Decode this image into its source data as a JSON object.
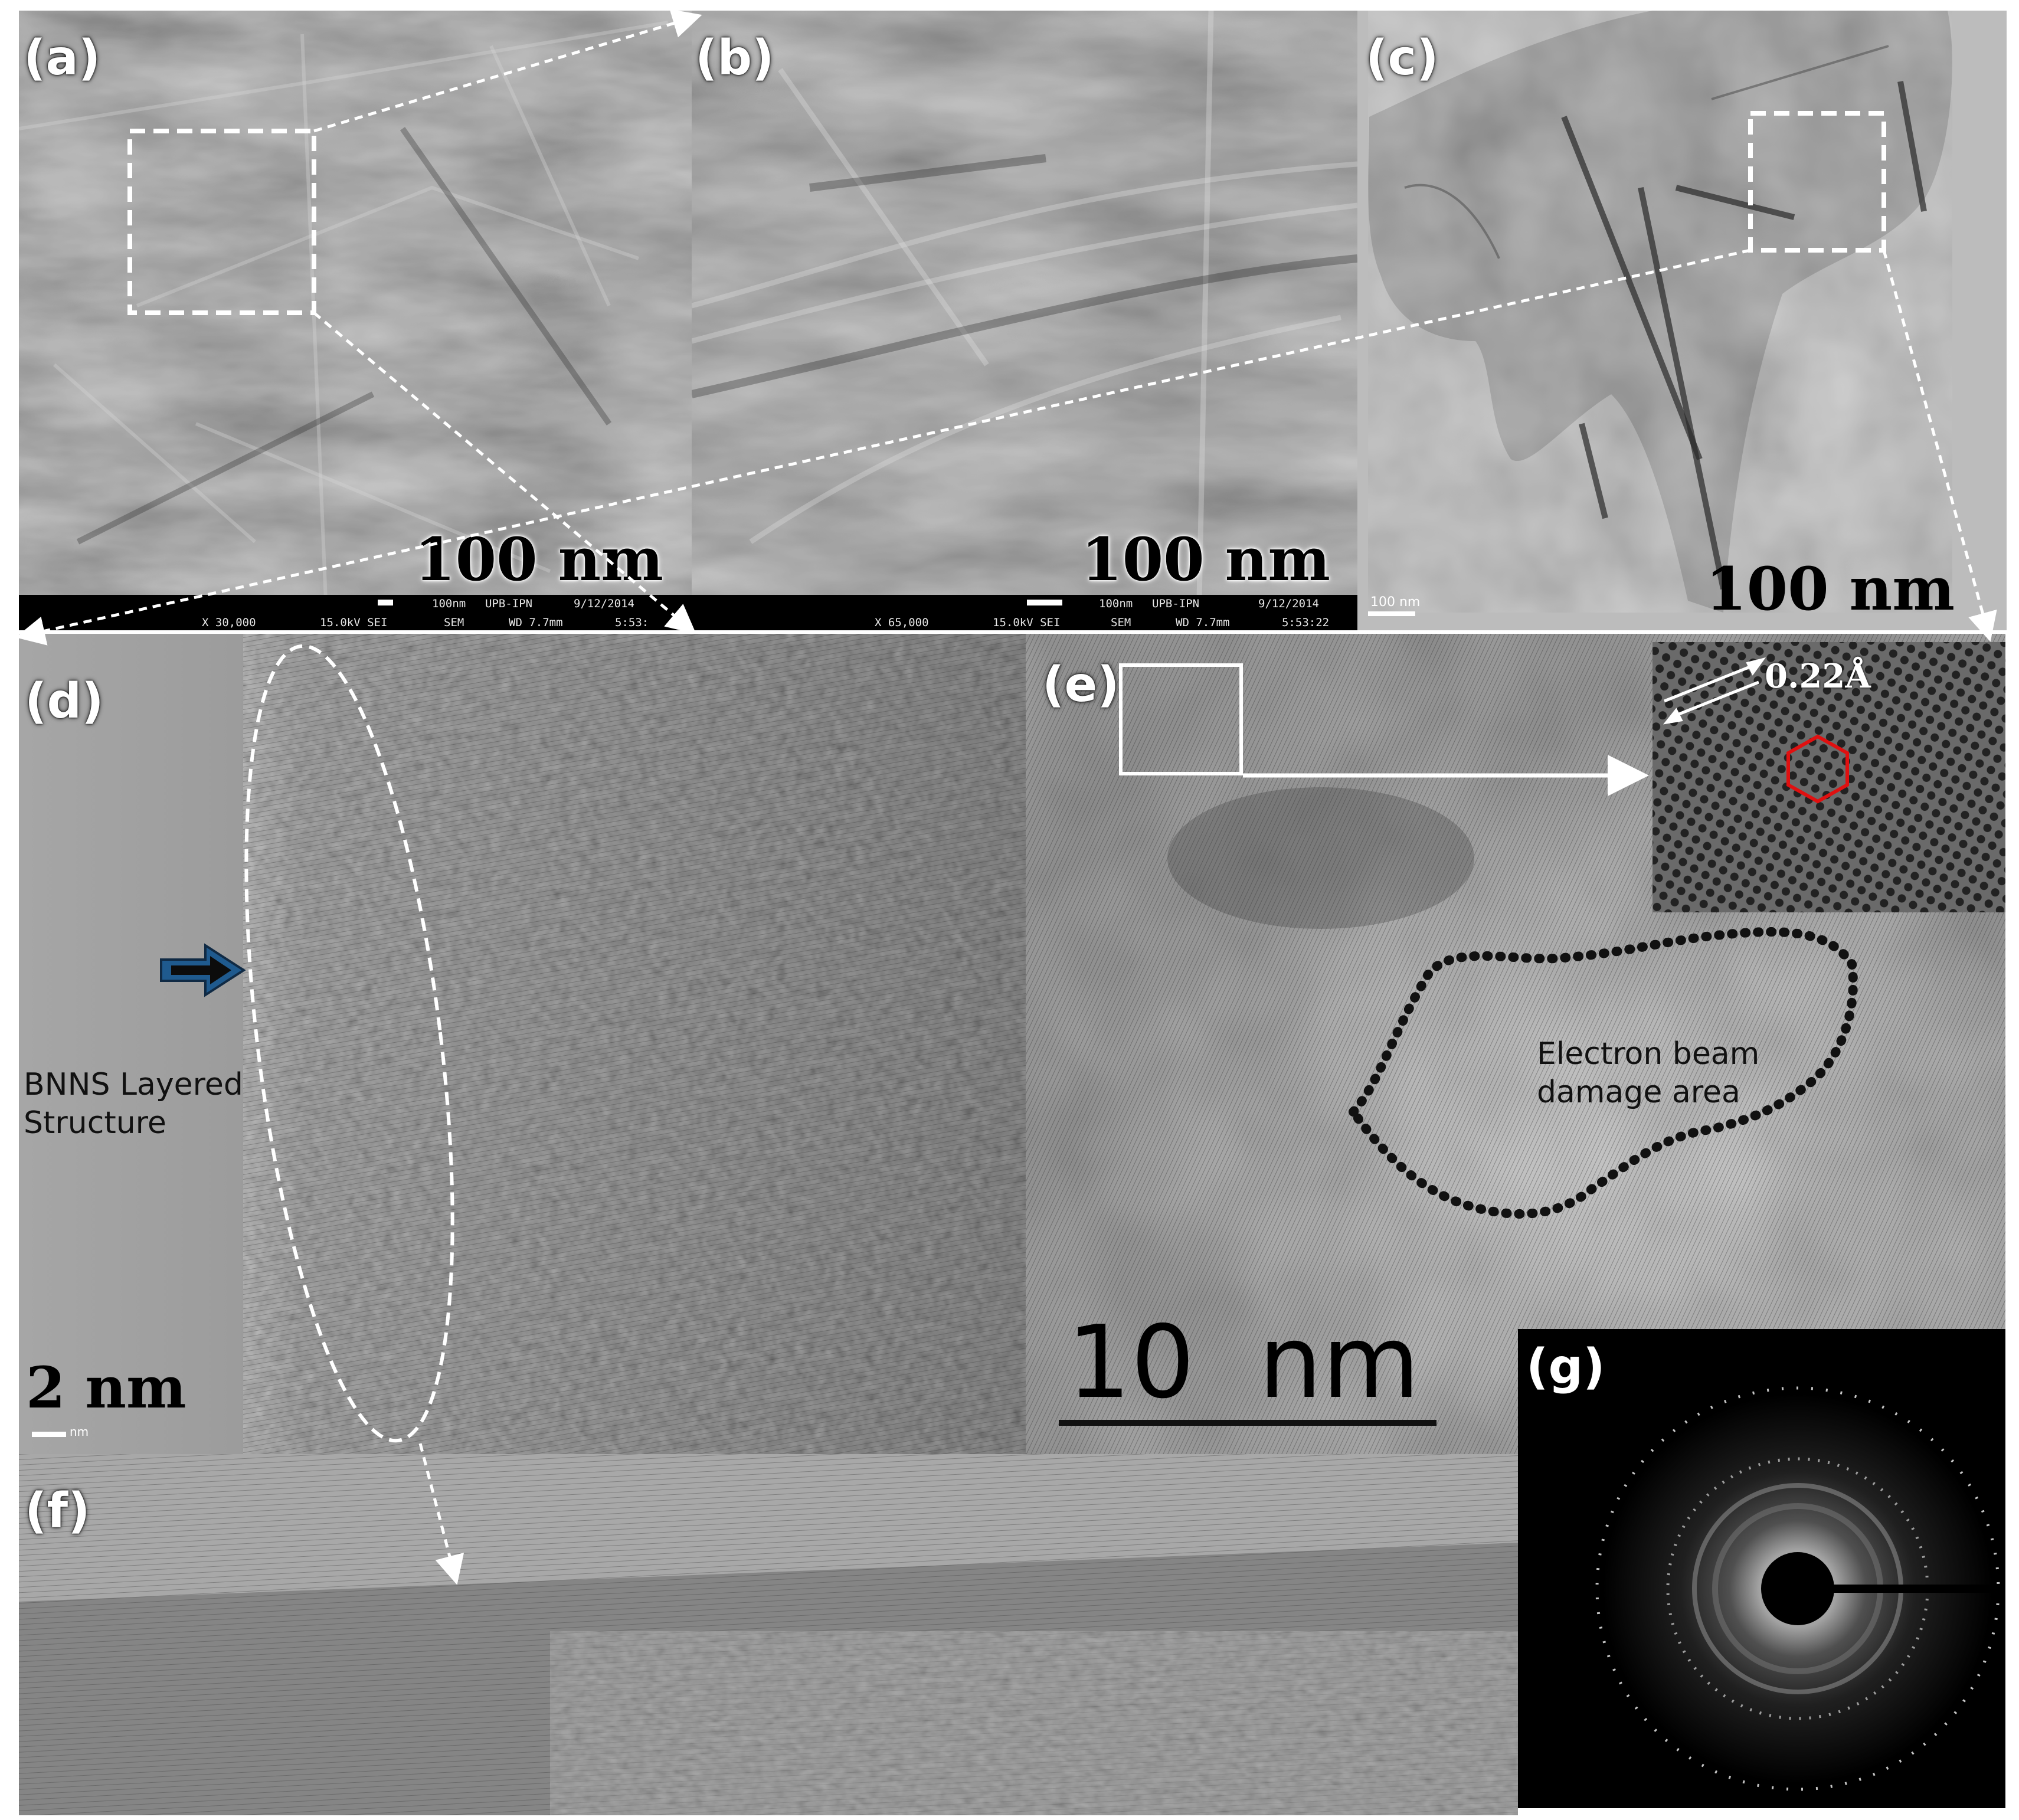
{
  "panels": {
    "a": {
      "label": "(a)",
      "scale": "100 nm"
    },
    "b": {
      "label": "(b)",
      "scale": "100 nm"
    },
    "c": {
      "label": "(c)",
      "scale": "100 nm",
      "small_scale": "100 nm"
    },
    "d": {
      "label": "(d)",
      "scale": "2 nm",
      "small_scale": "nm",
      "annotation_line1": "BNNS Layered",
      "annotation_line2": "Structure"
    },
    "e": {
      "label": "(e)",
      "scale": "10  nm",
      "annotation_line1": "Electron beam",
      "annotation_line2": "damage area",
      "spacing": "0.22Å"
    },
    "f": {
      "label": "(f)"
    },
    "g": {
      "label": "(g)"
    }
  },
  "sem_strip_a": {
    "scale": "100nm",
    "id": "UPB-IPN",
    "date": "9/12/2014",
    "mag": "X 30,000",
    "kv": "15.0kV SEI",
    "mode": "SEM",
    "wd": "WD 7.7mm",
    "time": "5:53:"
  },
  "sem_strip_b": {
    "scale": "100nm",
    "id": "UPB-IPN",
    "date": "9/12/2014",
    "mag": "X 65,000",
    "kv": "15.0kV SEI",
    "mode": "SEM",
    "wd": "WD 7.7mm",
    "time": "5:53:22"
  },
  "colors": {
    "arrow_fill": "#1f5a8e",
    "hexagon": "#e01010",
    "dashed_lines": "#ffffff"
  }
}
